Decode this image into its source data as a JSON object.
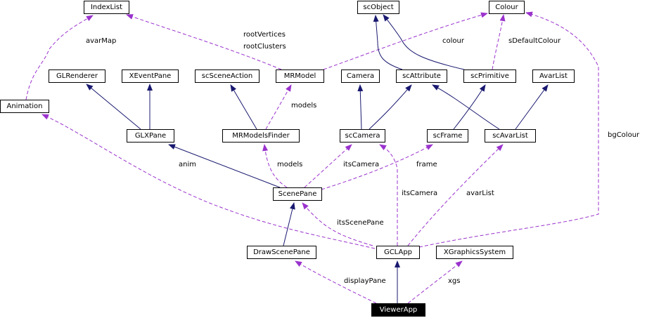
{
  "nodes": {
    "IndexList": "IndexList",
    "scObject": "scObject",
    "Colour": "Colour",
    "GLRenderer": "GLRenderer",
    "XEventPane": "XEventPane",
    "scSceneAction": "scSceneAction",
    "MRModel": "MRModel",
    "Camera": "Camera",
    "scAttribute": "scAttribute",
    "scPrimitive": "scPrimitive",
    "AvarList": "AvarList",
    "Animation": "Animation",
    "GLXPane": "GLXPane",
    "MRModelsFinder": "MRModelsFinder",
    "scCamera": "scCamera",
    "scFrame": "scFrame",
    "scAvarList": "scAvarList",
    "ScenePane": "ScenePane",
    "DrawScenePane": "DrawScenePane",
    "GCLApp": "GCLApp",
    "XGraphicsSystem": "XGraphicsSystem",
    "ViewerApp": "ViewerApp"
  },
  "labels": {
    "avarMap": "avarMap",
    "rootVertices": "rootVertices",
    "rootClusters": "rootClusters",
    "colour": "colour",
    "sDefaultColour": "sDefaultColour",
    "models1": "models",
    "bgColour": "bgColour",
    "anim": "anim",
    "models2": "models",
    "itsCamera1": "itsCamera",
    "frame": "frame",
    "itsCamera2": "itsCamera",
    "avarList": "avarList",
    "itsScenePane": "itsScenePane",
    "displayPane": "displayPane",
    "xgs": "xgs"
  },
  "colors": {
    "inheritance": "#191970",
    "usage": "#9a32cd"
  }
}
